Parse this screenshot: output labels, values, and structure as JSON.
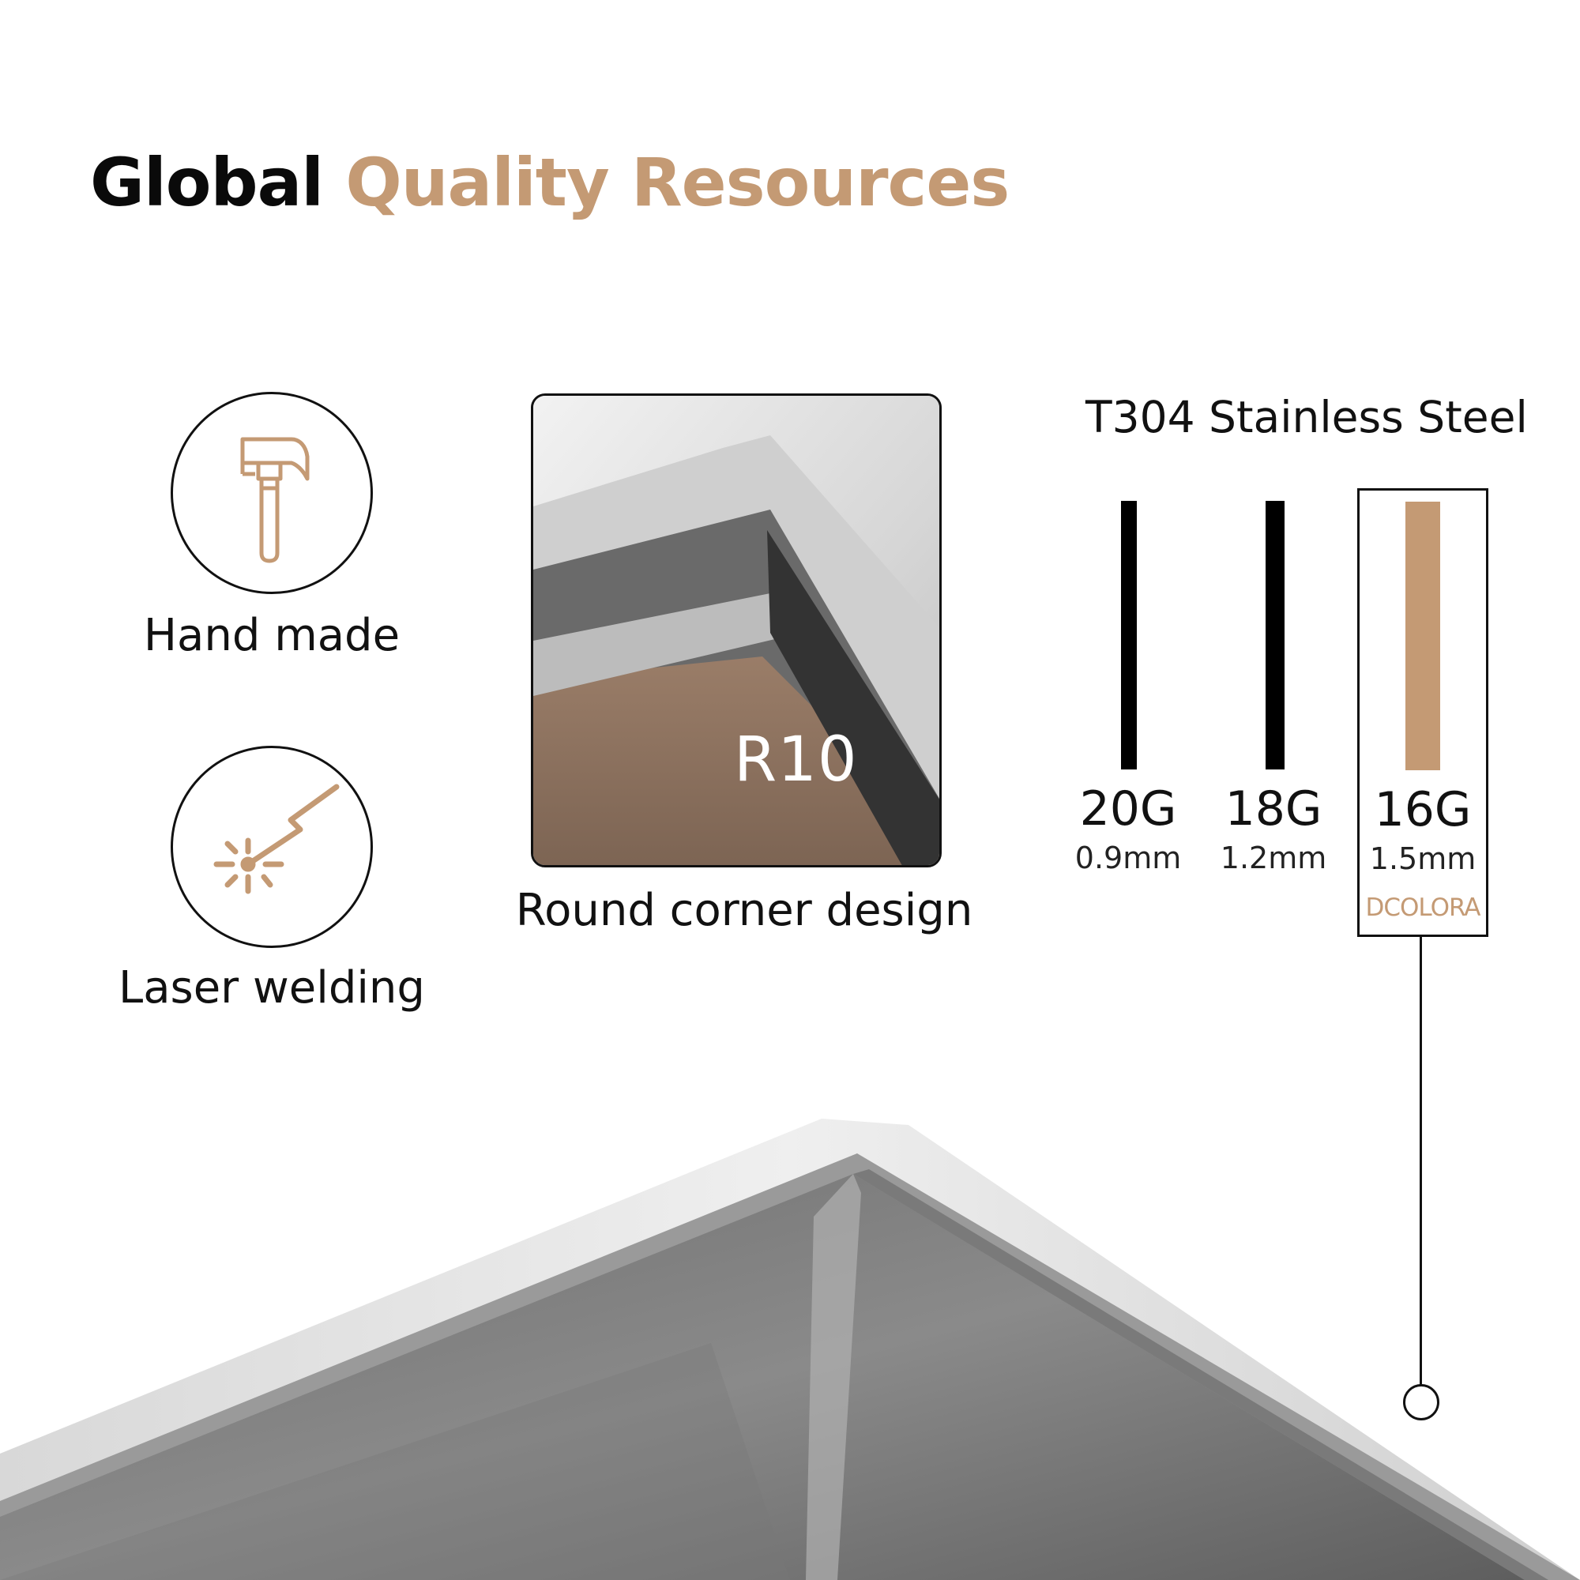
{
  "title": {
    "word1": "Global",
    "word2": "Quality Resources"
  },
  "features": [
    {
      "label": "Hand made",
      "icon": "hammer-icon"
    },
    {
      "label": "Laser welding",
      "icon": "laser-spark-icon"
    }
  ],
  "corner": {
    "radius_label": "R10",
    "caption": "Round corner design"
  },
  "material": {
    "label": "T304 Stainless Steel",
    "gauges": [
      {
        "gauge": "20G",
        "thickness": "0.9mm",
        "color": "#000000"
      },
      {
        "gauge": "18G",
        "thickness": "1.2mm",
        "color": "#000000"
      },
      {
        "gauge": "16G",
        "thickness": "1.5mm",
        "color": "#c49a74"
      }
    ],
    "brand": "DCOLORA"
  },
  "colors": {
    "accent": "#c49a74",
    "dark": "#0a0a0a"
  }
}
